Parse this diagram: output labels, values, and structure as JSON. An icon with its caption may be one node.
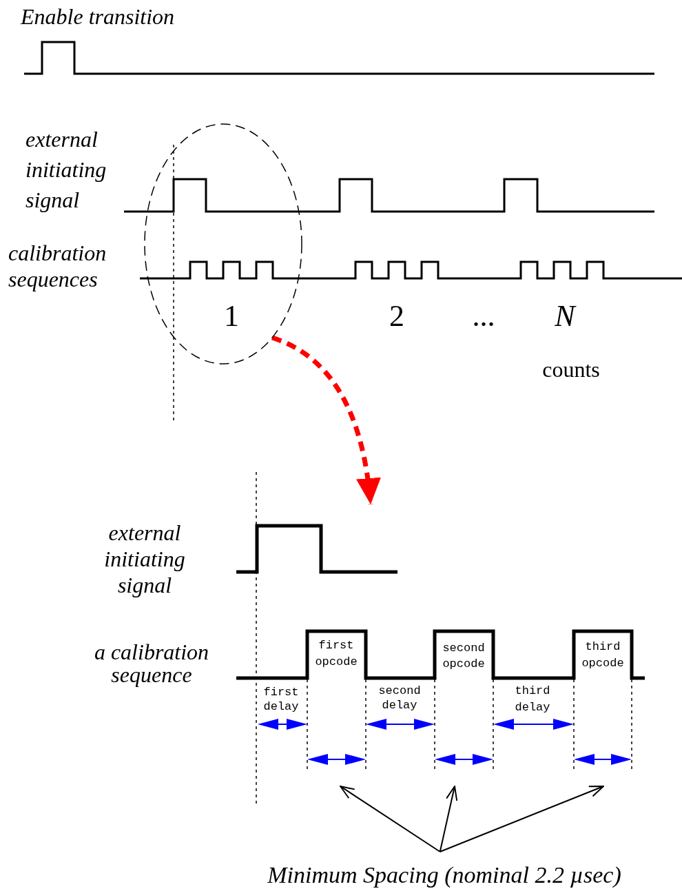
{
  "diagram": {
    "nodes": [
      {
        "text": [],
        "shape": "ellipse"
      },
      {
        "text": [
          "Minimum Spacing (nominal 2.2 µsec)"
        ]
      }
    ],
    "edges": [
      {
        "from": 0,
        "to": null,
        "arrow": "to",
        "style": "dashed",
        "color": "#ff0000"
      },
      {
        "from": 1,
        "to": null,
        "arrow": "to"
      },
      {
        "from": 1,
        "to": null,
        "arrow": "to"
      },
      {
        "from": 1,
        "to": null,
        "arrow": "to"
      }
    ],
    "labels": [
      "Enable transition",
      "external initiating signal",
      "calibration sequences",
      "1",
      "2",
      "...",
      "N",
      "counts",
      "external initiating signal",
      "a calibration sequence",
      "first opcode",
      "second opcode",
      "third opcode",
      "first delay",
      "second delay",
      "third delay"
    ]
  }
}
